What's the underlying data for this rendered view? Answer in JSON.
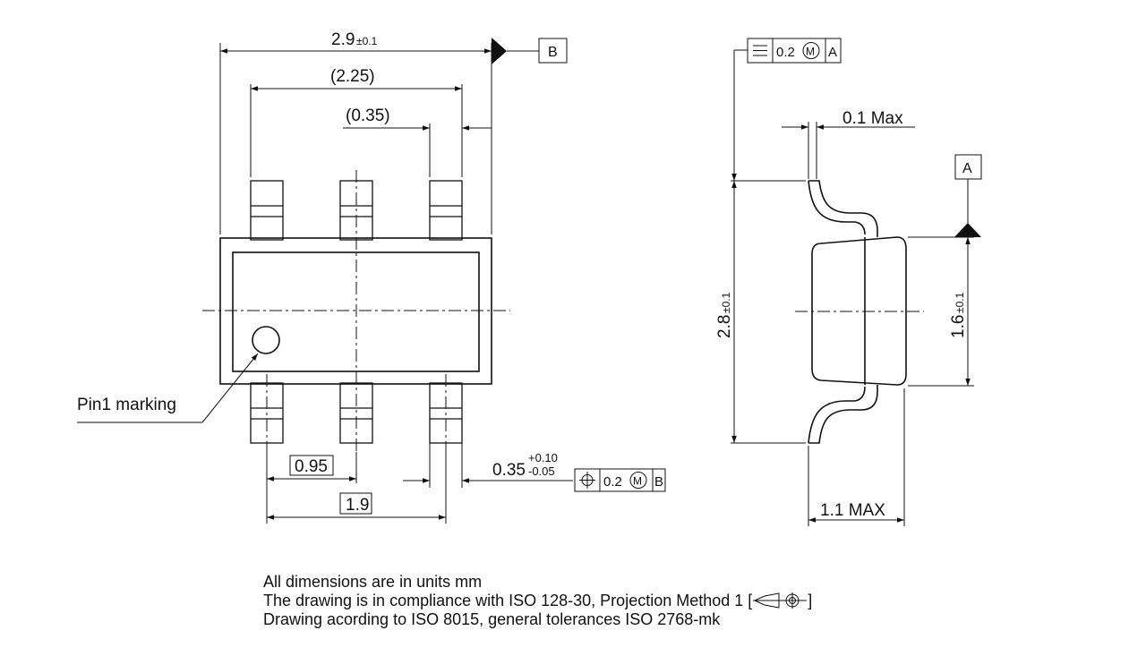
{
  "top_view": {
    "overall_width": "2.9",
    "overall_width_tol": "±0.1",
    "datum_b_label": "B",
    "outer_lead_span": "(2.25)",
    "lead_width_ref": "(0.35)",
    "pin_pitch": "0.95",
    "pin_span": "1.9",
    "lead_width": "0.35",
    "lead_width_tol_plus": "+0.10",
    "lead_width_tol_minus": "-0.05",
    "pin1_label": "Pin1 marking",
    "position_fcf": {
      "symbol": "⌖",
      "tolerance": "0.2",
      "modifier": "M",
      "datum": "B"
    }
  },
  "side_view": {
    "coplanarity_fcf": {
      "symbol": "⌯",
      "tolerance": "0.2",
      "modifier": "M",
      "datum": "A"
    },
    "lead_offset": "0.1 Max",
    "datum_a_label": "A",
    "total_height": "2.8",
    "total_height_tol": "±0.1",
    "body_height": "1.6",
    "body_height_tol": "±0.1",
    "thickness": "1.1 MAX"
  },
  "notes": {
    "line1": "All dimensions are in units mm",
    "line2": "The drawing is in compliance with ISO 128-30, Projection Method 1 [",
    "line2_end": "]",
    "line3": "Drawing acording to ISO 8015, general tolerances ISO 2768-mk"
  }
}
